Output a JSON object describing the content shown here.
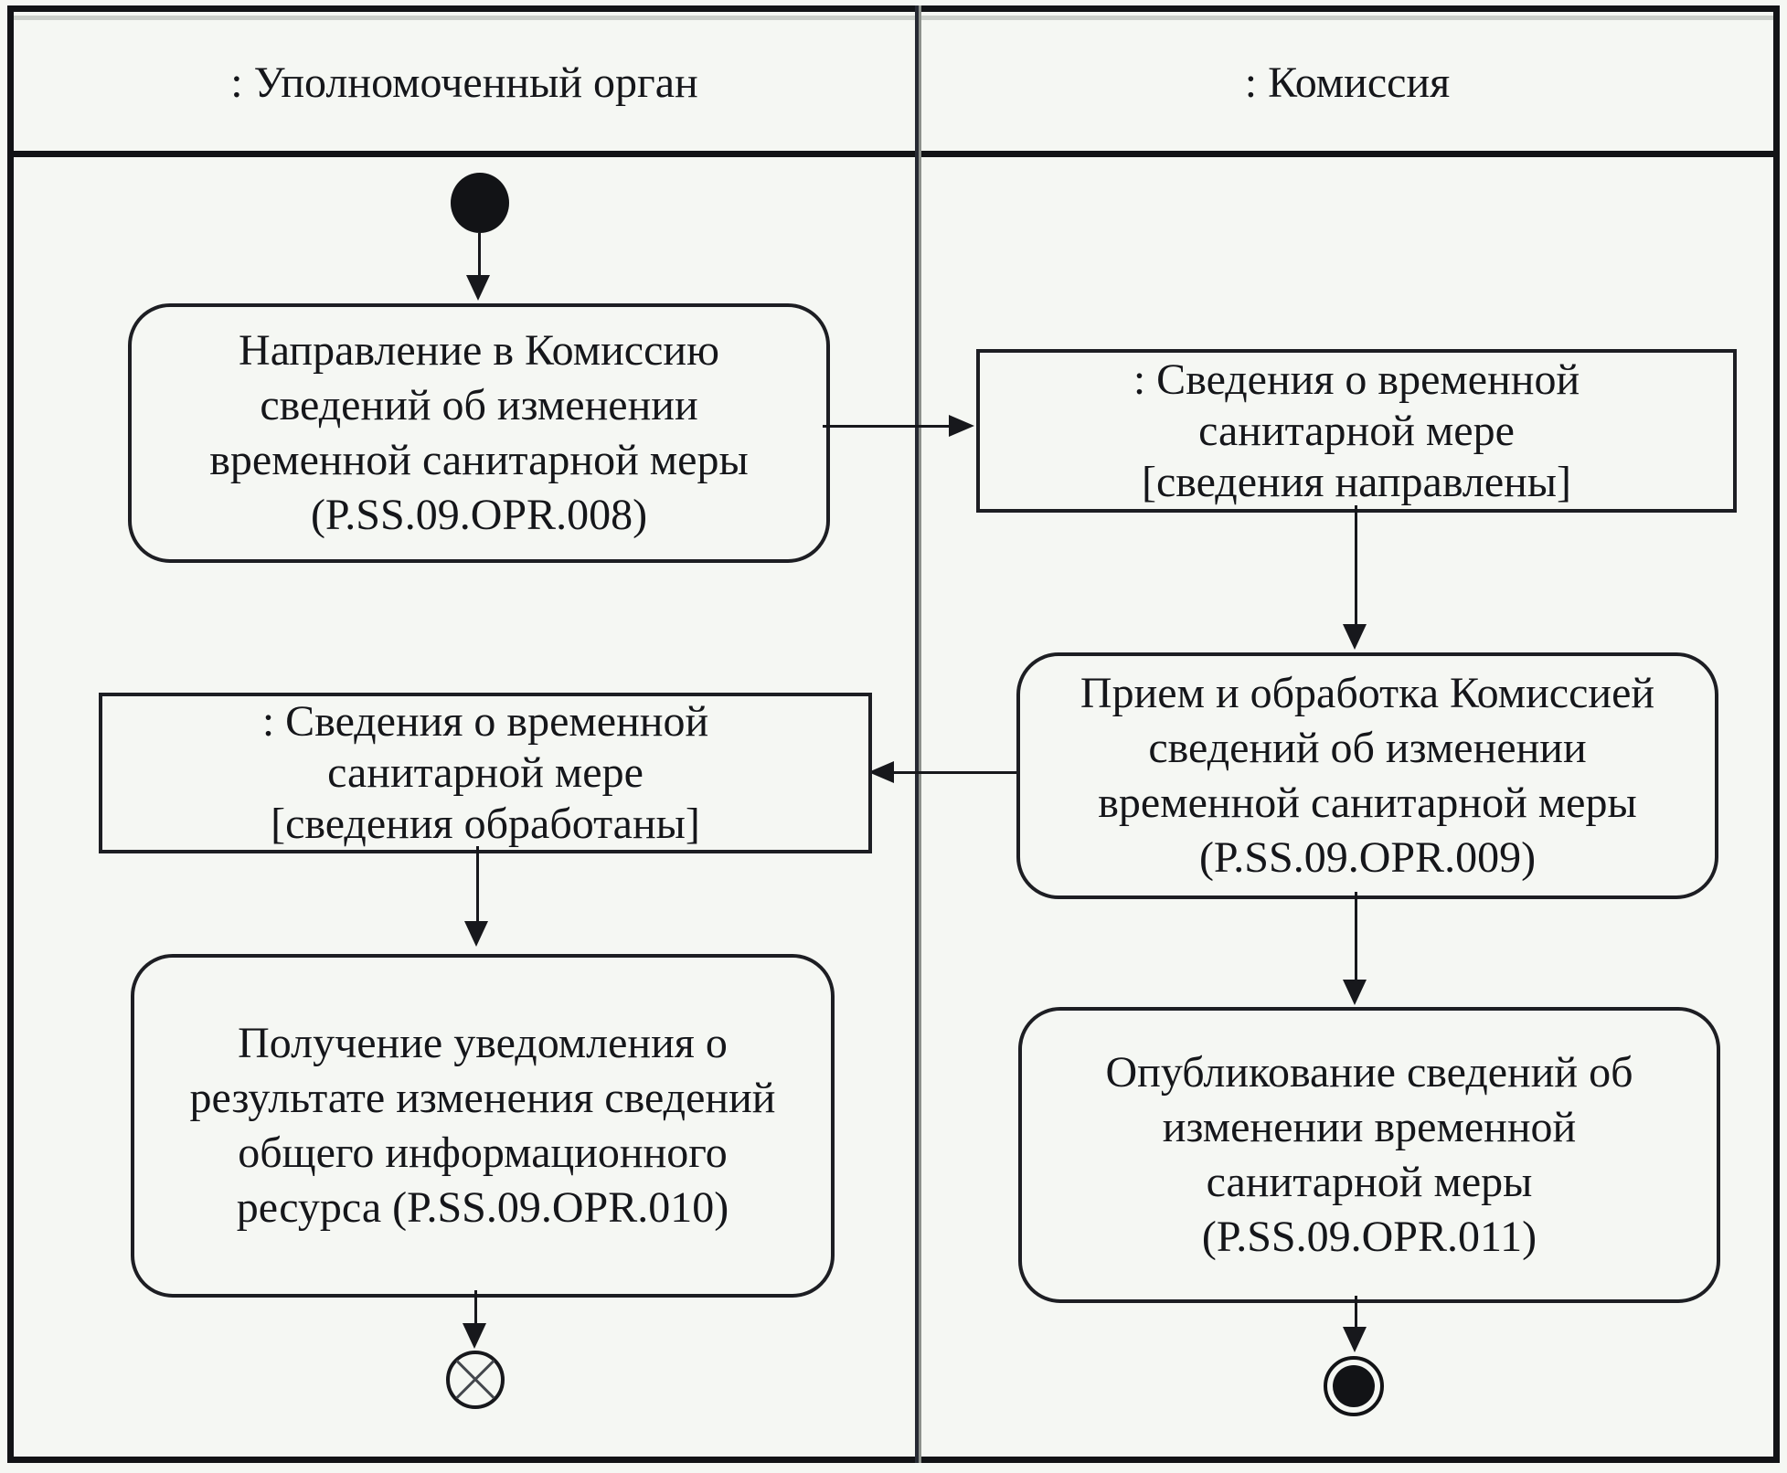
{
  "colors": {
    "background": "#f5f7f3",
    "line": "#17181c",
    "frame": "#121316"
  },
  "lanes": {
    "left": {
      "title": ": Уполномоченный орган"
    },
    "right": {
      "title": ": Комиссия"
    }
  },
  "nodes": {
    "action_send": {
      "lines": [
        "Направление в Комиссию",
        "сведений об изменении",
        "временной санитарной меры",
        "(P.SS.09.OPR.008)"
      ]
    },
    "object_sent": {
      "lines": [
        ": Сведения о временной",
        "санитарной мере",
        "[сведения направлены]"
      ]
    },
    "action_process": {
      "lines": [
        "Прием и обработка Комиссией",
        "сведений об изменении",
        "временной санитарной меры",
        "(P.SS.09.OPR.009)"
      ]
    },
    "object_processed": {
      "lines": [
        ": Сведения о временной",
        "санитарной мере",
        "[сведения обработаны]"
      ]
    },
    "action_receive": {
      "lines": [
        "Получение уведомления о",
        "результате изменения сведений",
        "общего информационного",
        "ресурса (P.SS.09.OPR.010)"
      ]
    },
    "action_publish": {
      "lines": [
        "Опубликование сведений об",
        "изменении временной",
        "санитарной меры",
        "(P.SS.09.OPR.011)"
      ]
    }
  }
}
